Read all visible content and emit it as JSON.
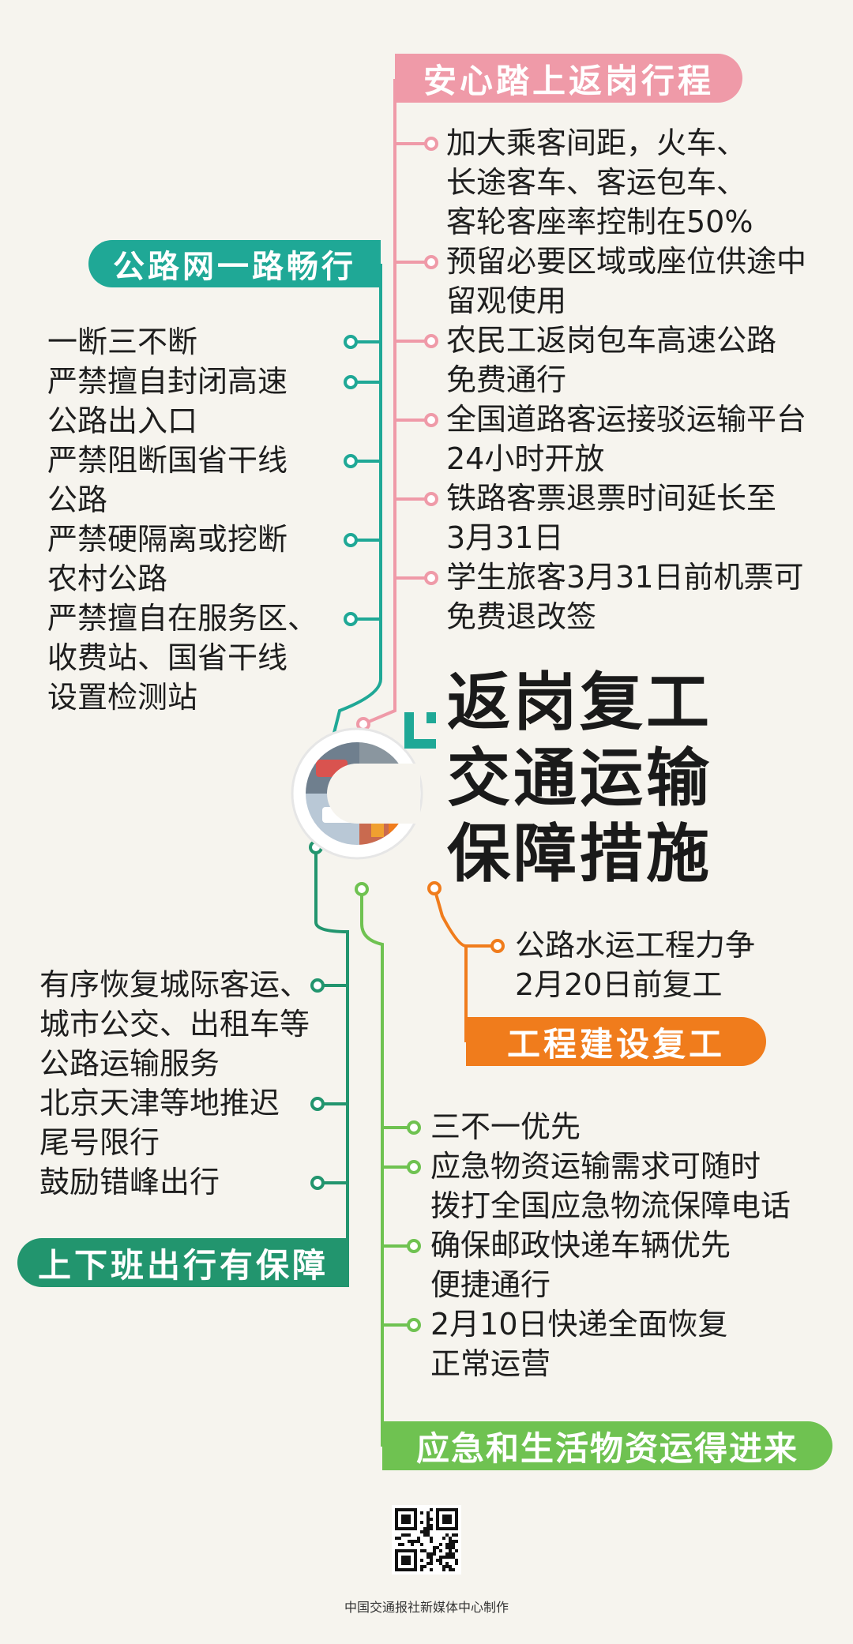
{
  "title_lines": [
    "返岗复工",
    "交通运输",
    "保障措施"
  ],
  "credit": "中国交通报社新媒体中心制作",
  "colors": {
    "pink": "#ef9aa8",
    "teal": "#1fa896",
    "orange": "#f07c1c",
    "dark_green": "#22956e",
    "light_green": "#6fc251"
  },
  "icons": {
    "qr_code": "qr-code-icon",
    "logo": "corner-bracket-logo",
    "photo_collage": "transport-photo-collage"
  },
  "branches": [
    {
      "label": "安心踏上返岗行程",
      "color": "pink",
      "items": [
        "加大乘客间距，火车、\n长途客车、客运包车、\n客轮客座率控制在50%",
        "预留必要区域或座位供途中\n留观使用",
        "农民工返岗包车高速公路\n免费通行",
        "全国道路客运接驳运输平台\n24小时开放",
        "铁路客票退票时间延长至\n3月31日",
        "学生旅客3月31日前机票可\n免费退改签"
      ]
    },
    {
      "label": "公路网一路畅行",
      "color": "teal",
      "items": [
        "一断三不断",
        "严禁擅自封闭高速\n公路出入口",
        "严禁阻断国省干线\n公路",
        "严禁硬隔离或挖断\n农村公路",
        "严禁擅自在服务区、\n收费站、国省干线\n设置检测站"
      ]
    },
    {
      "label": "工程建设复工",
      "color": "orange",
      "items": [
        "公路水运工程力争\n2月20日前复工"
      ]
    },
    {
      "label": "上下班出行有保障",
      "color": "dark_green",
      "items": [
        "有序恢复城际客运、\n城市公交、出租车等\n公路运输服务",
        "北京天津等地推迟\n尾号限行",
        "鼓励错峰出行"
      ]
    },
    {
      "label": "应急和生活物资运得进来",
      "color": "light_green",
      "items": [
        "三不一优先",
        "应急物资运输需求可随时\n拨打全国应急物流保障电话",
        "确保邮政快递车辆优先\n便捷通行",
        "2月10日快递全面恢复\n正常运营"
      ]
    }
  ]
}
